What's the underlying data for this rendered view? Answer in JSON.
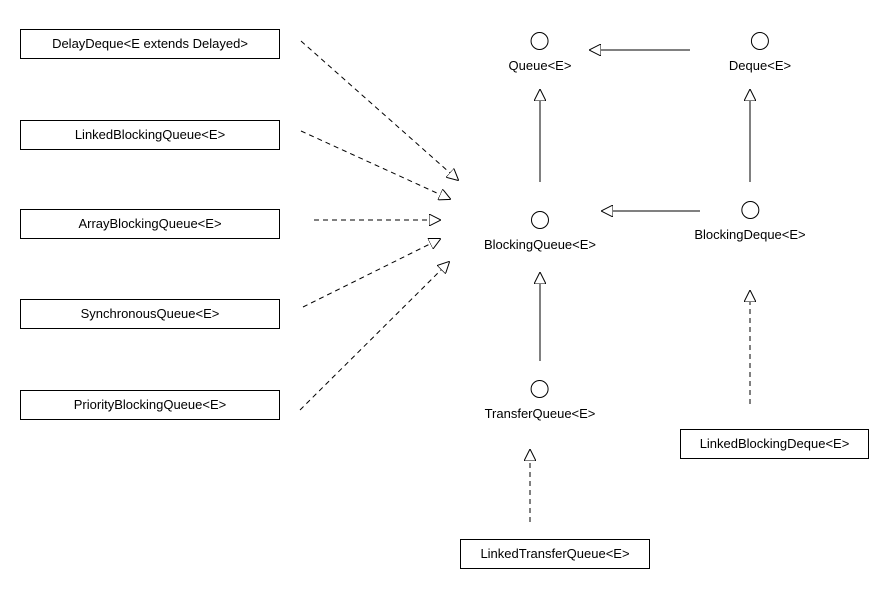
{
  "diagram": {
    "interfaces": [
      {
        "id": "queue",
        "label": "Queue<E>"
      },
      {
        "id": "deque",
        "label": "Deque<E>"
      },
      {
        "id": "blocking_queue",
        "label": "BlockingQueue<E>"
      },
      {
        "id": "blocking_deque",
        "label": "BlockingDeque<E>"
      },
      {
        "id": "transfer_queue",
        "label": "TransferQueue<E>"
      }
    ],
    "classes": [
      {
        "id": "delay_deque",
        "label": "DelayDeque<E extends Delayed>"
      },
      {
        "id": "linked_blocking_queue",
        "label": "LinkedBlockingQueue<E>"
      },
      {
        "id": "array_blocking_queue",
        "label": "ArrayBlockingQueue<E>"
      },
      {
        "id": "synchronous_queue",
        "label": "SynchronousQueue<E>"
      },
      {
        "id": "priority_blocking_queue",
        "label": "PriorityBlockingQueue<E>"
      },
      {
        "id": "linked_blocking_deque",
        "label": "LinkedBlockingDeque<E>"
      },
      {
        "id": "linked_transfer_queue",
        "label": "LinkedTransferQueue<E>"
      }
    ],
    "relations": [
      {
        "from": "deque",
        "to": "queue",
        "kind": "extends"
      },
      {
        "from": "blocking_queue",
        "to": "queue",
        "kind": "extends"
      },
      {
        "from": "blocking_deque",
        "to": "deque",
        "kind": "extends"
      },
      {
        "from": "blocking_deque",
        "to": "blocking_queue",
        "kind": "extends"
      },
      {
        "from": "transfer_queue",
        "to": "blocking_queue",
        "kind": "extends"
      },
      {
        "from": "delay_deque",
        "to": "blocking_queue",
        "kind": "implements"
      },
      {
        "from": "linked_blocking_queue",
        "to": "blocking_queue",
        "kind": "implements"
      },
      {
        "from": "array_blocking_queue",
        "to": "blocking_queue",
        "kind": "implements"
      },
      {
        "from": "synchronous_queue",
        "to": "blocking_queue",
        "kind": "implements"
      },
      {
        "from": "priority_blocking_queue",
        "to": "blocking_queue",
        "kind": "implements"
      },
      {
        "from": "linked_blocking_deque",
        "to": "blocking_deque",
        "kind": "implements"
      },
      {
        "from": "linked_transfer_queue",
        "to": "transfer_queue",
        "kind": "implements"
      }
    ],
    "colors": {
      "stroke": "#000000",
      "background": "#ffffff"
    }
  }
}
